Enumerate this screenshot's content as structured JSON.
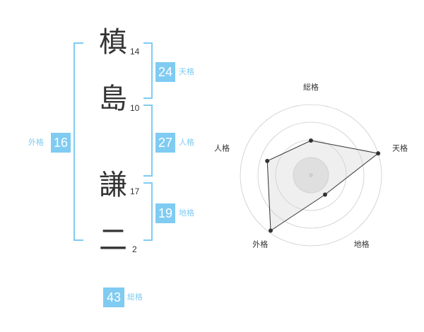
{
  "name": {
    "chars": [
      {
        "char": "槙",
        "strokes": "14"
      },
      {
        "char": "島",
        "strokes": "10"
      },
      {
        "char": "謙",
        "strokes": "17"
      },
      {
        "char": "二",
        "strokes": "2"
      }
    ]
  },
  "scores": {
    "tenkaku": {
      "value": "24",
      "label": "天格"
    },
    "jinkaku": {
      "value": "27",
      "label": "人格"
    },
    "chikaku": {
      "value": "19",
      "label": "地格"
    },
    "gaikaku": {
      "value": "16",
      "label": "外格"
    },
    "soukaku": {
      "value": "43",
      "label": "総格"
    }
  },
  "colors": {
    "accent": "#7fcbf2",
    "text": "#333333",
    "grid": "#cccccc"
  },
  "chart_data": {
    "type": "radar",
    "categories": [
      "総格",
      "天格",
      "地格",
      "外格",
      "人格"
    ],
    "values": [
      0.49,
      1.0,
      0.34,
      0.97,
      0.65
    ],
    "rmax": 1.0,
    "grid_rings": 4
  }
}
